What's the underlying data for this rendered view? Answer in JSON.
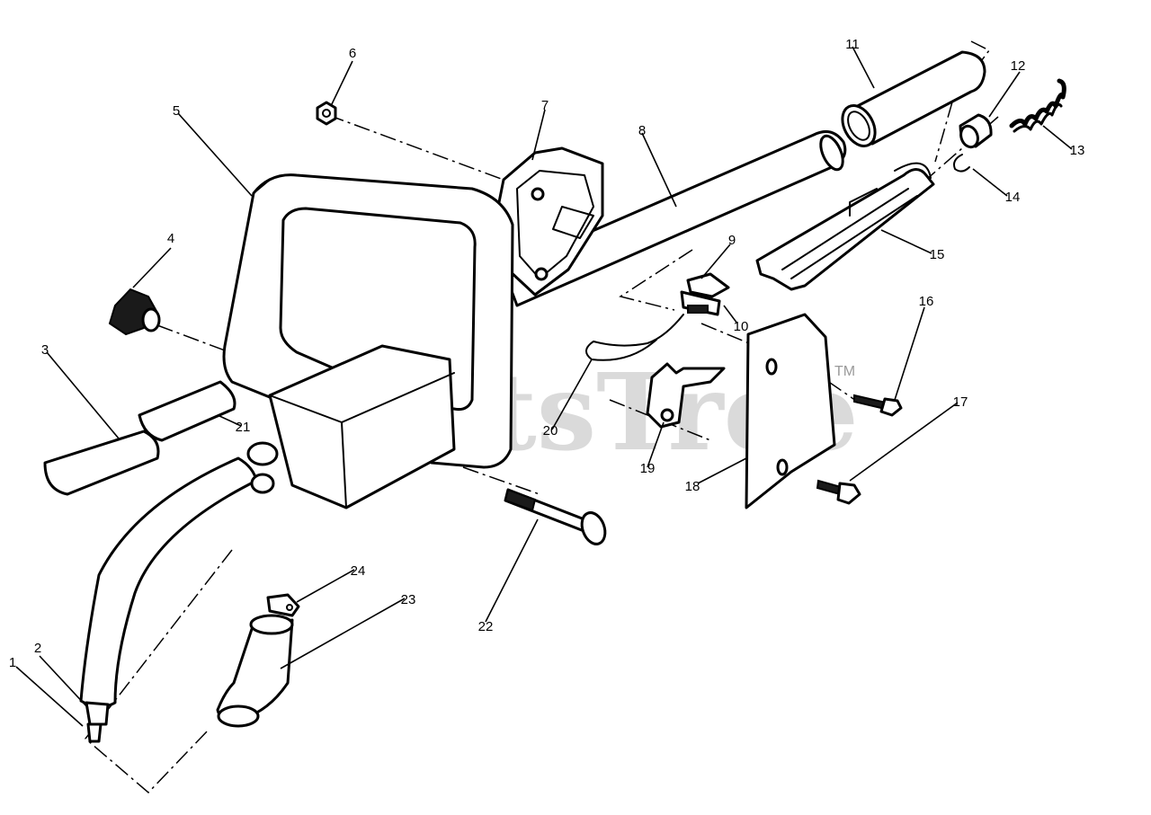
{
  "diagram": {
    "watermark": "PartsTree",
    "trademark": "TM",
    "callouts": [
      {
        "id": "1",
        "label": "1"
      },
      {
        "id": "2",
        "label": "2"
      },
      {
        "id": "3",
        "label": "3"
      },
      {
        "id": "4",
        "label": "4"
      },
      {
        "id": "5",
        "label": "5"
      },
      {
        "id": "6",
        "label": "6"
      },
      {
        "id": "7",
        "label": "7"
      },
      {
        "id": "8",
        "label": "8"
      },
      {
        "id": "9",
        "label": "9"
      },
      {
        "id": "10",
        "label": "10"
      },
      {
        "id": "11",
        "label": "11"
      },
      {
        "id": "12",
        "label": "12"
      },
      {
        "id": "13",
        "label": "13"
      },
      {
        "id": "14",
        "label": "14"
      },
      {
        "id": "15",
        "label": "15"
      },
      {
        "id": "16",
        "label": "16"
      },
      {
        "id": "17",
        "label": "17"
      },
      {
        "id": "18",
        "label": "18"
      },
      {
        "id": "19",
        "label": "19"
      },
      {
        "id": "20",
        "label": "20"
      },
      {
        "id": "21",
        "label": "21"
      },
      {
        "id": "22",
        "label": "22"
      },
      {
        "id": "23",
        "label": "23"
      },
      {
        "id": "24",
        "label": "24"
      }
    ]
  }
}
